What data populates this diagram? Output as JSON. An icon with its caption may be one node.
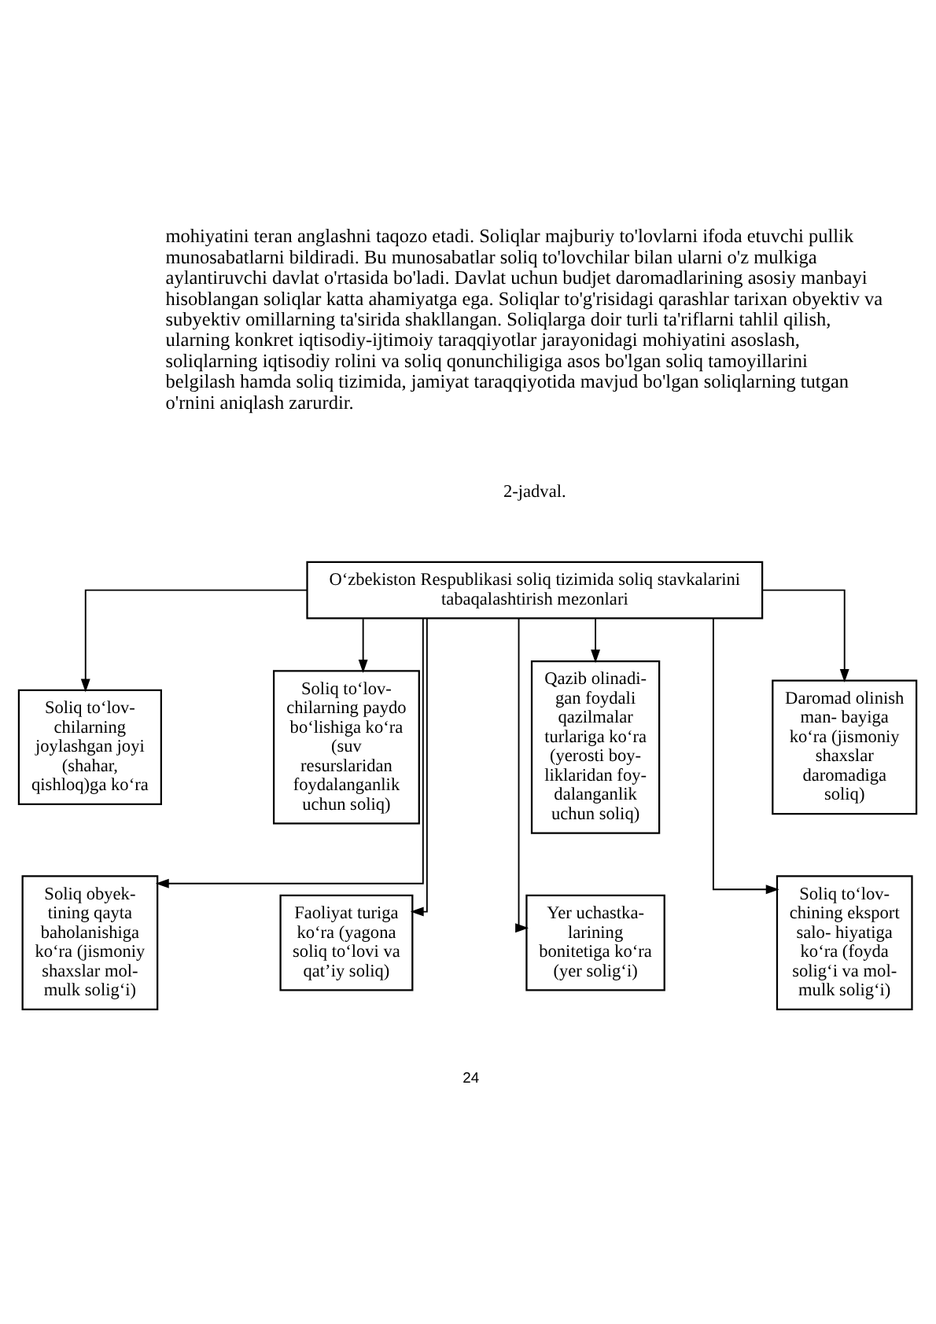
{
  "diagram": {
    "nodes": [
      {
        "text": [
          "O‘zbekiston Respublikasi soliq tizimida soliq stavkalarini tabaqalashtirish mezonlari"
        ]
      },
      {
        "text": [
          "Soliq to‘lov- chilarning joylashgan joyi (shahar, qishloq)ga ko‘ra"
        ]
      },
      {
        "text": [
          "Soliq to‘lov- chilarning paydo bo‘lishiga ko‘ra (suv resurslaridan foydalanganlik uchun soliq)"
        ]
      },
      {
        "text": [
          "Qazib olinadi- gan foydali qazilmalar turlariga ko‘ra (yerosti boy- liklaridan foy- dalanganlik uchun soliq)"
        ]
      },
      {
        "text": [
          "Daromad olinish man- bayiga ko‘ra (jismoniy shaxslar daromadiga soliq)"
        ]
      },
      {
        "text": [
          "Soliq obyek- tining qayta baholanishiga ko‘ra (jismoniy shaxslar mol-mulk solig‘i)"
        ]
      },
      {
        "text": [
          "Faoliyat turiga ko‘ra (yagona soliq to‘lovi va qat’iy soliq)"
        ]
      },
      {
        "text": [
          "Yer uchastka- larining bonitetiga ko‘ra (yer solig‘i)"
        ]
      },
      {
        "text": [
          "Soliq to‘lov- chining eksport salo- hiyatiga ko‘ra (foyda solig‘i va mol-mulk solig‘i)"
        ]
      }
    ],
    "edges": [
      {
        "from": 0,
        "to": 1,
        "arrow": "to"
      },
      {
        "from": 0,
        "to": 2,
        "arrow": "to"
      },
      {
        "from": 0,
        "to": 3,
        "arrow": "to"
      },
      {
        "from": 0,
        "to": 4,
        "arrow": "to"
      },
      {
        "from": 0,
        "to": 5,
        "arrow": "to"
      },
      {
        "from": 0,
        "to": 6,
        "arrow": "to"
      },
      {
        "from": 0,
        "to": 7,
        "arrow": "to"
      },
      {
        "from": 0,
        "to": 8,
        "arrow": "to"
      }
    ],
    "labels": [
      "mohiyatini teran anglashni taqozo etadi. Soliqlar majburiy to'lovlarni ifoda etuvchi pullik munosabatlarni bildiradi. Bu munosabatlar soliq to'lovchilar bilan ularni o'z mulkiga aylantiruvchi davlat o'rtasida bo'ladi. Davlat uchun budjet daromadlarining asosiy manbayi hisoblangan soliqlar katta ahamiyatga ega. Soliqlar to'g'risidagi qarashlar tarixan obyektiv va subyektiv omillarning ta'sirida shakllangan. Soliqlarga doir turli ta'riflarni tahlil qilish, ularning konkret iqtisodiy-ijtimoiy taraqqiyotlar jarayonidagi mohiyatini asoslash, soliqlarning iqtisodiy rolini va soliq qonunchiligiga asos bo'lgan soliq tamoyillarini belgilash hamda soliq tizimida, jamiyat taraqqiyotida mavjud bo'lgan soliqlarning tutgan o'rnini aniqlash zarurdir.",
      "2-jadval.",
      "24"
    ]
  }
}
